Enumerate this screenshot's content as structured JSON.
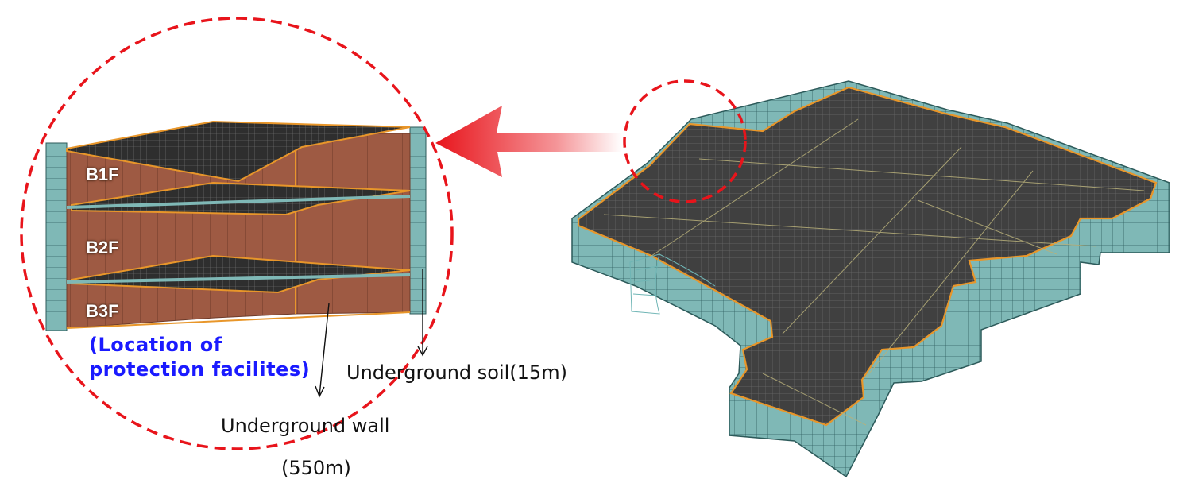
{
  "floors": [
    {
      "id": "b1",
      "label": "B1F"
    },
    {
      "id": "b2",
      "label": "B2F"
    },
    {
      "id": "b3",
      "label": "B3F"
    }
  ],
  "annotations": {
    "location_line1": "(Location of",
    "location_line2": "protection facilites)",
    "soil": "Underground soil(15m)",
    "wall_line1": "Underground wall",
    "wall_line2": "(550m)"
  },
  "colors": {
    "callout_dash": "#e8141b",
    "arrow_red": "#e8141b",
    "slab_dark": "#3c3c3c",
    "wall_brown": "#9c5a45",
    "soil_teal": "#7fb5b5",
    "edge_orange": "#e8962a",
    "note_blue": "#1a1aff"
  },
  "icons": {
    "pointer_arrow": "arrow-left-gradient",
    "leader_arrows": "thin-arrow-down"
  }
}
